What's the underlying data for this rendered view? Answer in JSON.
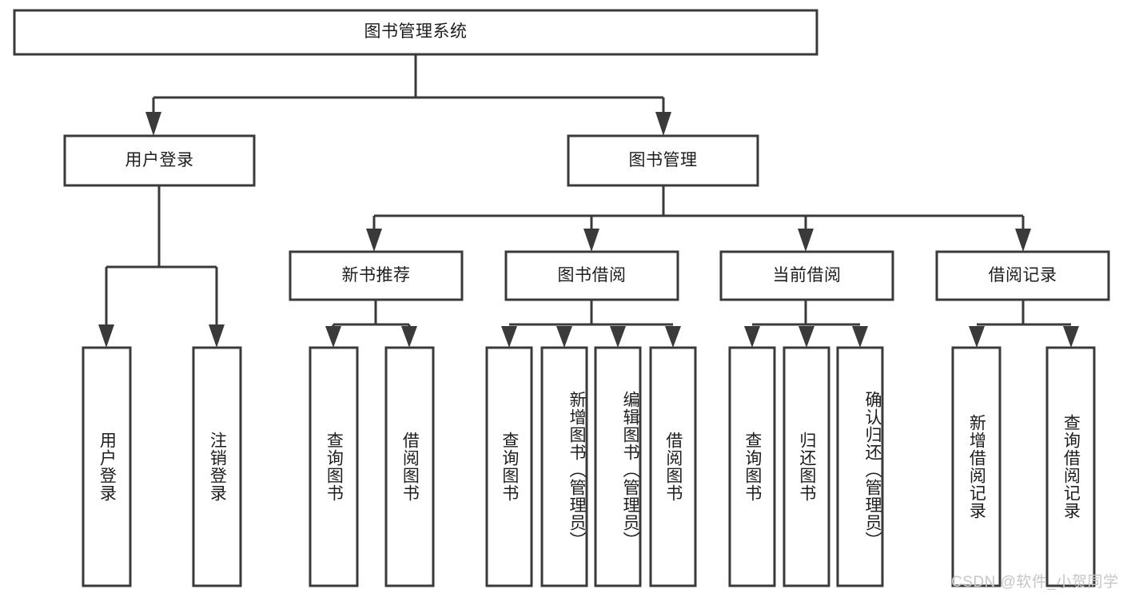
{
  "diagram": {
    "type": "tree",
    "root": {
      "label": "图书管理系统"
    },
    "level1": [
      {
        "label": "用户登录"
      },
      {
        "label": "图书管理"
      }
    ],
    "level2": [
      {
        "label": "新书推荐"
      },
      {
        "label": "图书借阅"
      },
      {
        "label": "当前借阅"
      },
      {
        "label": "借阅记录"
      }
    ],
    "leaves": {
      "user_login": [
        {
          "label": "用户登录"
        },
        {
          "label": "注销登录"
        }
      ],
      "new_book": [
        {
          "label": "查询图书"
        },
        {
          "label": "借阅图书"
        }
      ],
      "book_borrow": [
        {
          "label": "查询图书"
        },
        {
          "label": "新增图书（管理员）"
        },
        {
          "label": "编辑图书（管理员）"
        },
        {
          "label": "借阅图书"
        }
      ],
      "current_borrow": [
        {
          "label": "查询图书"
        },
        {
          "label": "归还图书"
        },
        {
          "label": "确认归还（管理员）"
        }
      ],
      "borrow_record": [
        {
          "label": "新增借阅记录"
        },
        {
          "label": "查询借阅记录"
        }
      ]
    }
  },
  "watermark": {
    "text": "CSDN @软件_小贺同学"
  },
  "colors": {
    "stroke": "#3a3a3a",
    "box_fill": "#ffffff",
    "text": "#1d1d1d",
    "watermark": "#c6c6c6",
    "background": "#ffffff"
  }
}
